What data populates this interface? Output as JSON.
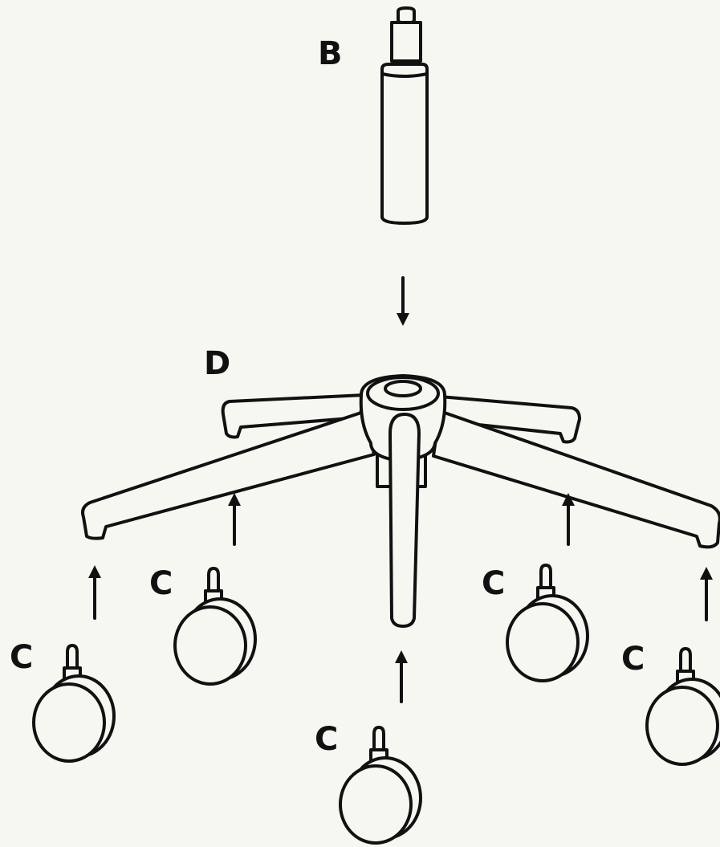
{
  "labels": {
    "gas_lift": "B",
    "base": "D",
    "caster": "C"
  },
  "colors": {
    "background": "#f7f7f2",
    "line": "#111111"
  }
}
